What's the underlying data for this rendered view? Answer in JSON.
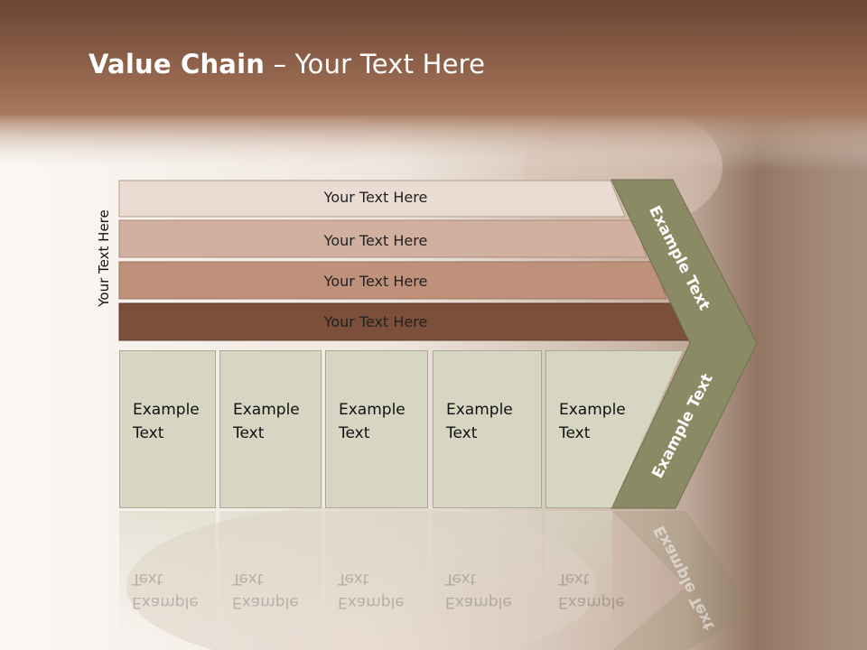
{
  "title": {
    "bold": "Value Chain",
    "rest": " – Your Text Here"
  },
  "side_label": "Your Text Here",
  "bars": [
    "Your Text Here",
    "Your Text Here",
    "Your Text Here",
    "Your Text Here"
  ],
  "boxes": [
    {
      "line1": "Example",
      "line2": "Text"
    },
    {
      "line1": "Example",
      "line2": "Text"
    },
    {
      "line1": "Example",
      "line2": "Text"
    },
    {
      "line1": "Example",
      "line2": "Text"
    },
    {
      "line1": "Example",
      "line2": "Text"
    }
  ],
  "chevron": {
    "upper": "Example Text",
    "lower": "Example Text"
  },
  "colors": {
    "header": "#7a4e38",
    "bar1": "#eadcd3",
    "bar2": "#d2b09f",
    "bar3": "#c0917a",
    "bar4": "#7b4f3a",
    "box": "#d6d6c3",
    "chevron": "#8a8a64"
  }
}
